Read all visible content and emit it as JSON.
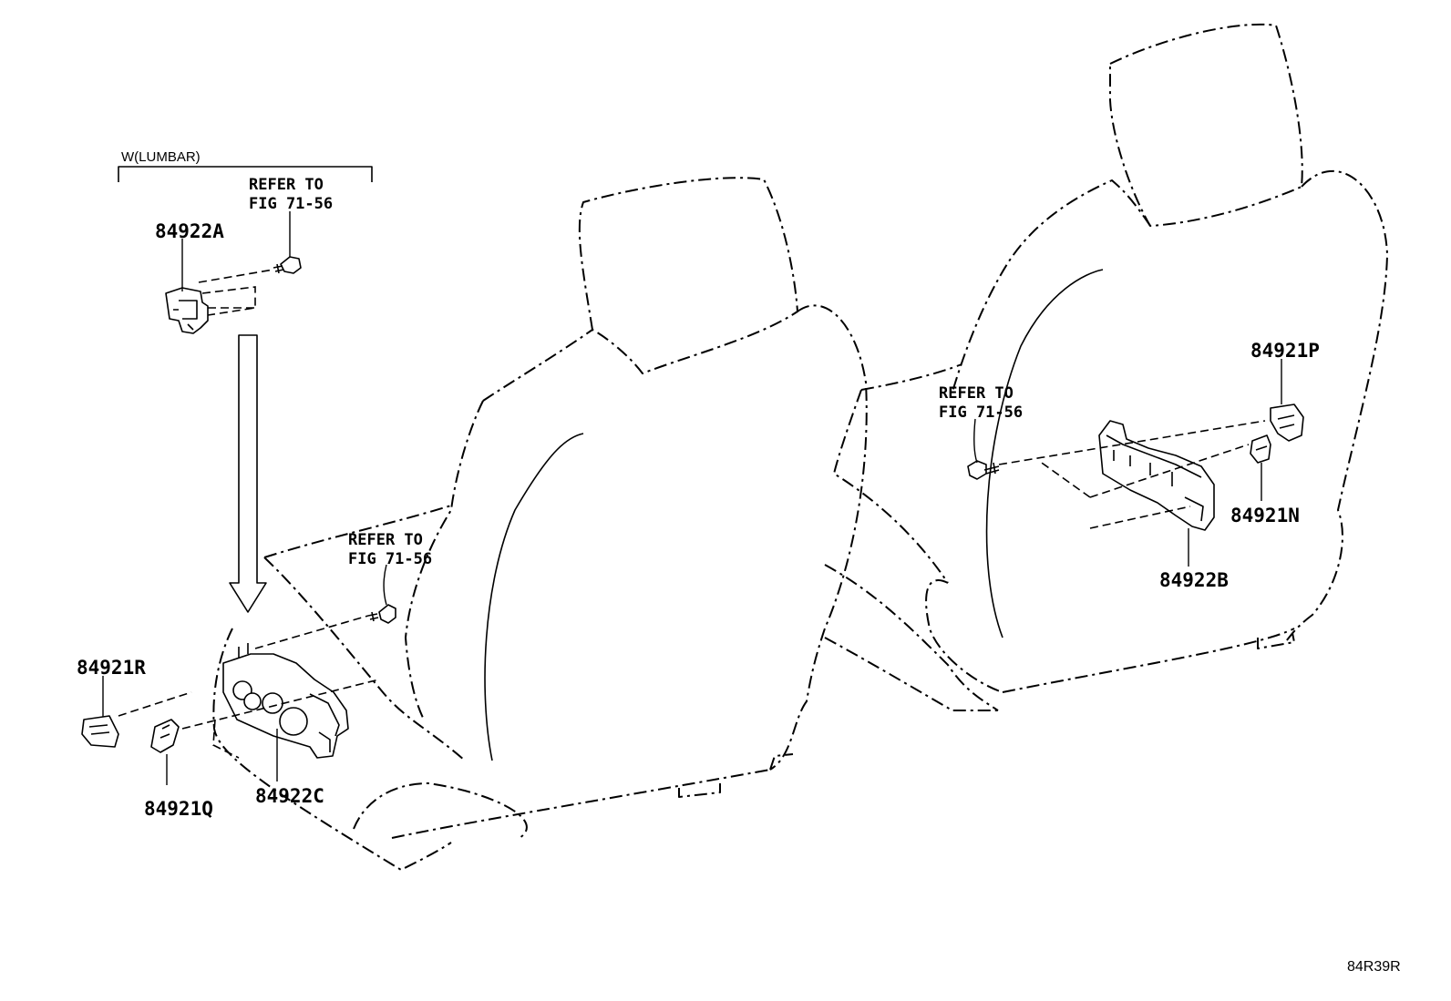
{
  "group_label": "W(LUMBAR)",
  "refer_notes": {
    "top_left": {
      "line1": "REFER TO",
      "line2": "FIG 71-56"
    },
    "middle": {
      "line1": "REFER TO",
      "line2": "FIG 71-56"
    },
    "right": {
      "line1": "REFER TO",
      "line2": "FIG 71-56"
    }
  },
  "part_numbers": {
    "p84922A": "84922A",
    "p84921R": "84921R",
    "p84921Q": "84921Q",
    "p84922C": "84922C",
    "p84921P": "84921P",
    "p84921N": "84921N",
    "p84922B": "84922B"
  },
  "diagram_code": "84R39R"
}
